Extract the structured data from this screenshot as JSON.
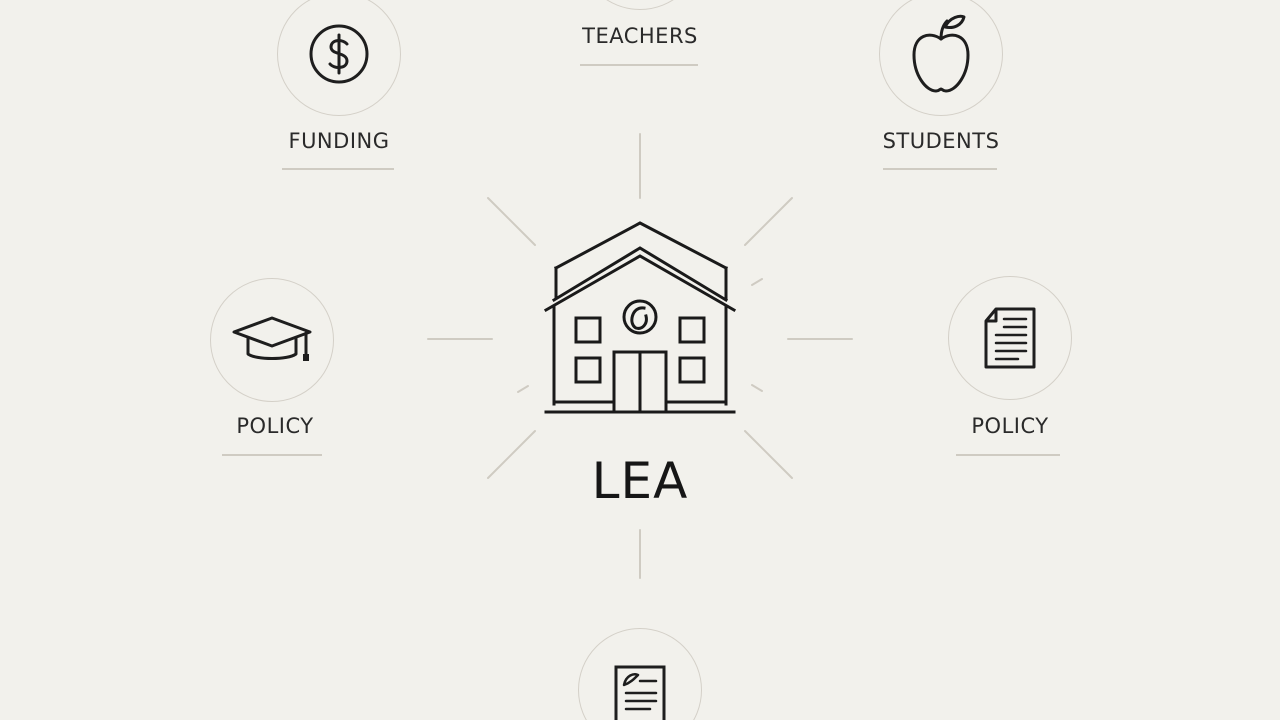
{
  "center": {
    "label": "LEA",
    "icon": "school-building-icon"
  },
  "nodes": [
    {
      "id": "teachers",
      "label": "TEACHERS",
      "icon": ""
    },
    {
      "id": "funding",
      "label": "FUNDING",
      "icon": "dollar-icon"
    },
    {
      "id": "students",
      "label": "STUDENTS",
      "icon": "apple-icon"
    },
    {
      "id": "policy-left",
      "label": "POLICY",
      "icon": "graduation-cap-icon"
    },
    {
      "id": "policy-right",
      "label": "POLICY",
      "icon": "document-icon"
    },
    {
      "id": "bottom",
      "label": "",
      "icon": "document-icon"
    }
  ],
  "colors": {
    "background": "#f2f1ec",
    "stroke": "#1e1e1e",
    "circle": "#d4d0c8",
    "ray": "#cfcbc2"
  }
}
